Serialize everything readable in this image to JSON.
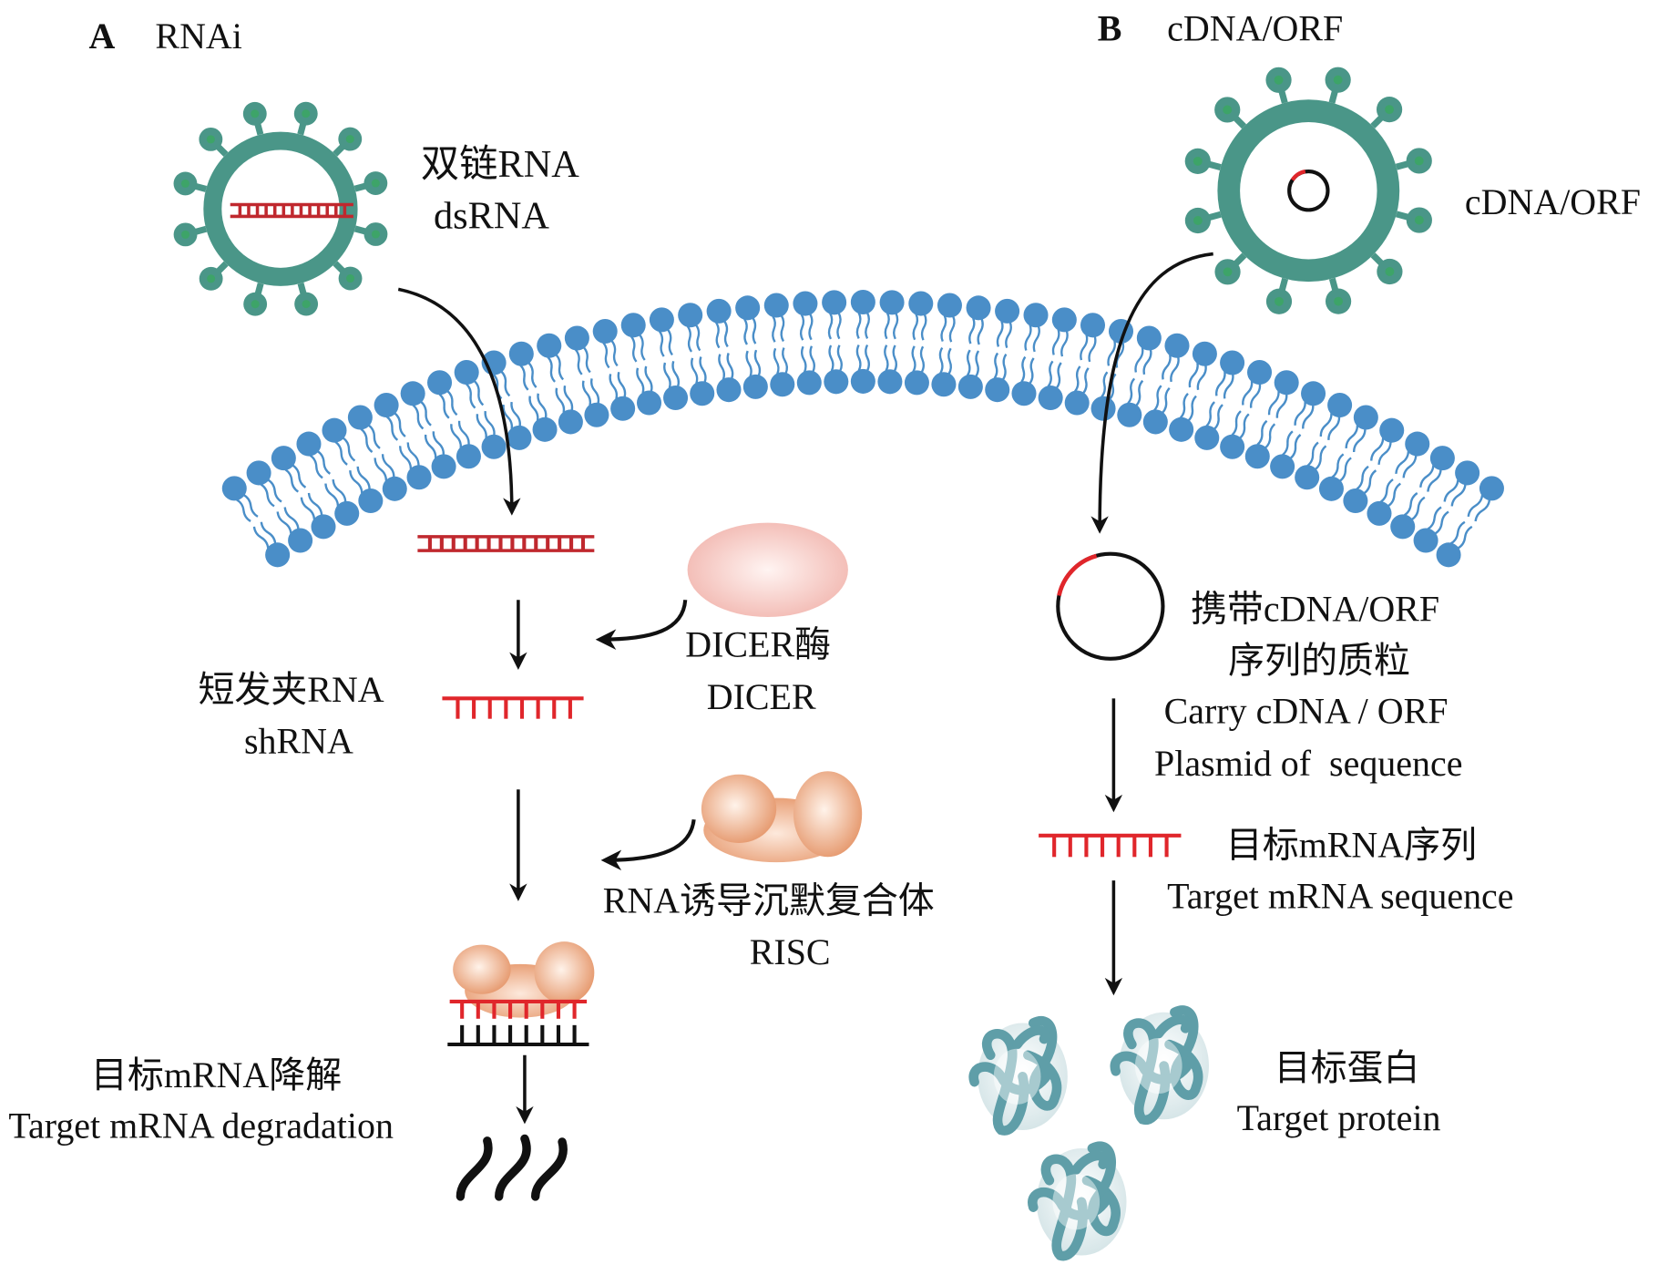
{
  "colors": {
    "virus": "#4a9688",
    "virus_knob_dot": "#3aa860",
    "membrane": "#4a8ec8",
    "rna_red": "#c0282e",
    "mrna_red": "#e0262b",
    "arrow": "#111111",
    "dicer": "#f4c2bc",
    "risc": "#eaa57c",
    "protein": "#5f9ea8"
  },
  "panel_a": {
    "letter": "A",
    "title": "RNAi",
    "virus_label_cn": "双链RNA",
    "virus_label_en": "dsRNA",
    "dicer_label_cn": "DICER酶",
    "dicer_label_en": "DICER",
    "shrna_label_cn": "短发夹RNA",
    "shrna_label_en": "shRNA",
    "risc_label_cn": "RNA诱导沉默复合体",
    "risc_label_en": "RISC",
    "degradation_label_cn": "目标mRNA降解",
    "degradation_label_en": "Target mRNA degradation"
  },
  "panel_b": {
    "letter": "B",
    "title": "cDNA/ORF",
    "virus_label": "cDNA/ORF",
    "plasmid_label_cn_1": "携带cDNA/ORF",
    "plasmid_label_cn_2": "序列的质粒",
    "plasmid_label_en_1": "Carry cDNA / ORF",
    "plasmid_label_en_2": "Plasmid of  sequence",
    "mrna_label_cn": "目标mRNA序列",
    "mrna_label_en": "Target mRNA sequence",
    "protein_label_cn": "目标蛋白",
    "protein_label_en": "Target protein"
  }
}
